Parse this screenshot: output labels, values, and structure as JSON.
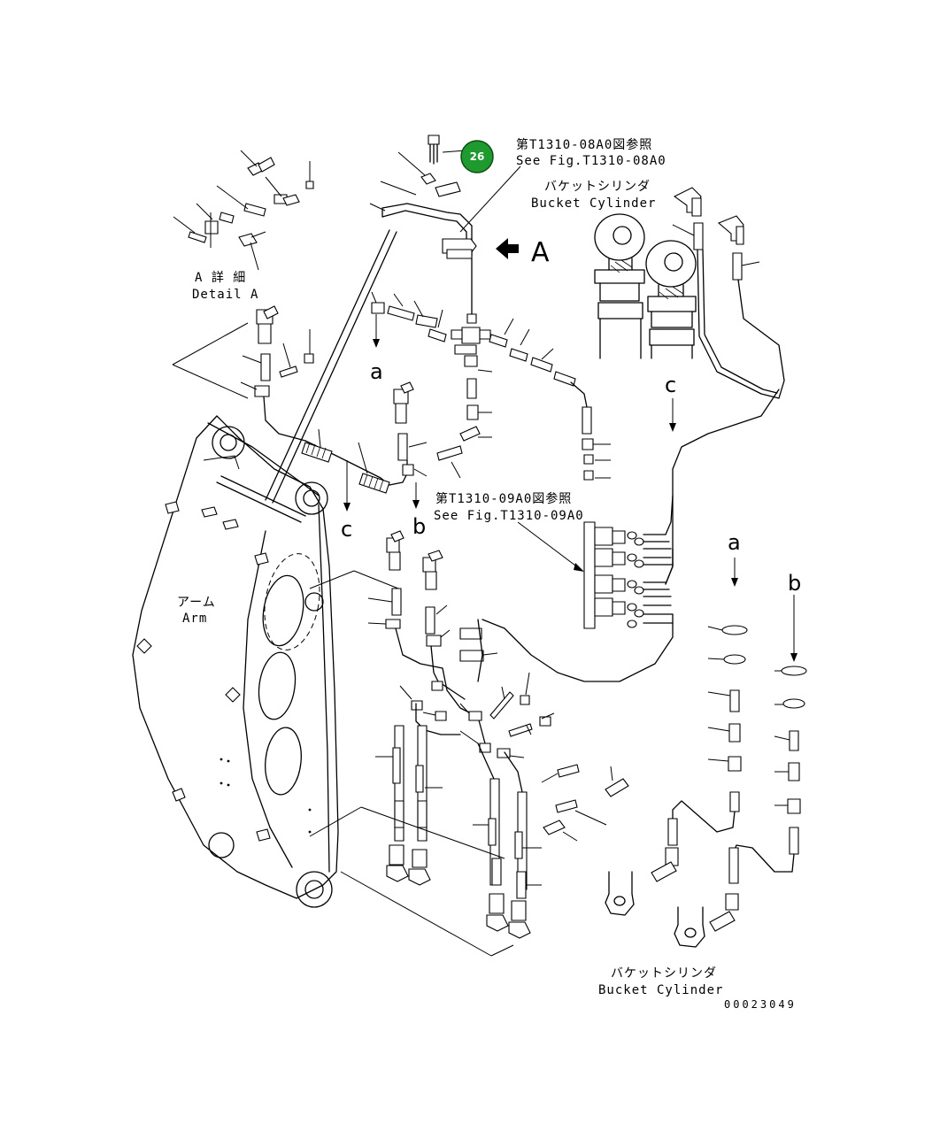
{
  "diagram": {
    "badge": {
      "number": "26",
      "color": "#1f9a2e"
    },
    "refs": {
      "ref_top_jp": "第T1310-08A0図参照",
      "ref_top_en": "See Fig.T1310-08A0",
      "ref_mid_jp": "第T1310-09A0図参照",
      "ref_mid_en": "See Fig.T1310-09A0"
    },
    "labels": {
      "bucket_cyl_jp_top": "バケットシリンダ",
      "bucket_cyl_en_top": "Bucket Cylinder",
      "detail_jp": "A 詳 細",
      "detail_en": "Detail A",
      "arm_jp": "アーム",
      "arm_en": "Arm",
      "bucket_cyl_jp_bottom": "バケットシリンダ",
      "bucket_cyl_en_bottom": "Bucket Cylinder",
      "view_a": "A",
      "marker_a1": "a",
      "marker_b1": "b",
      "marker_c1": "c",
      "marker_c2": "c",
      "marker_a2": "a",
      "marker_b2": "b",
      "drawing_number": "00023049"
    }
  }
}
